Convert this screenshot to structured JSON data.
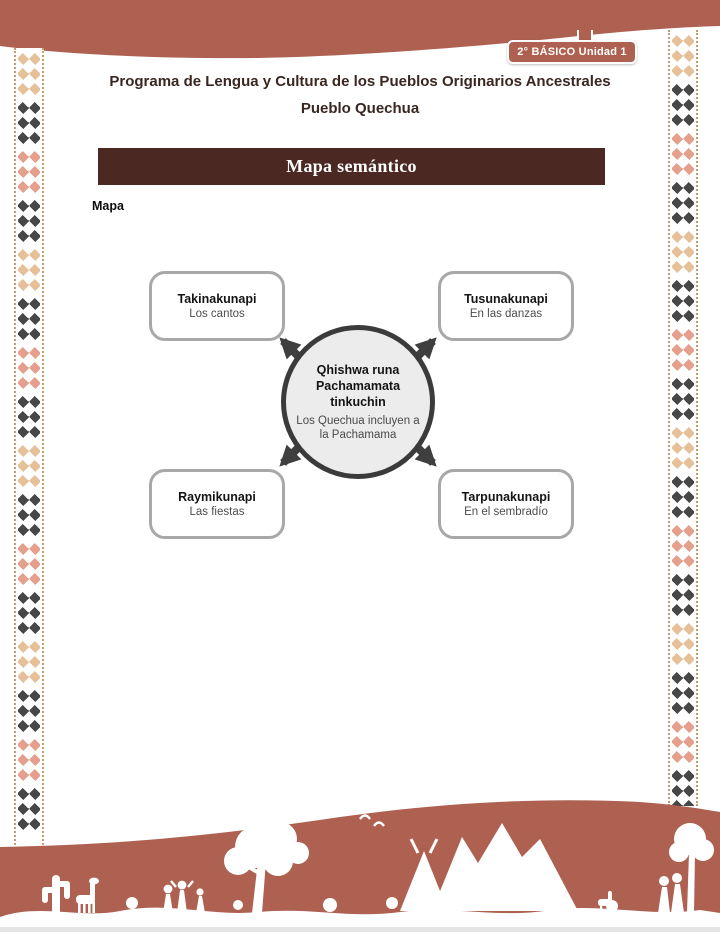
{
  "badge": {
    "label": "2° BÁSICO Unidad 1"
  },
  "header": {
    "line1": "Programa de Lengua y Cultura de los Pueblos Originarios Ancestrales",
    "line2": "Pueblo Quechua"
  },
  "section": {
    "title": "Mapa semántico"
  },
  "map_label": "Mapa",
  "diagram": {
    "center": {
      "title": "Qhishwa runa Pachamamata tinkuchin",
      "subtitle": "Los Quechua incluyen a la Pachamama"
    },
    "nodes": [
      {
        "title": "Takinakunapi",
        "subtitle": "Los cantos"
      },
      {
        "title": "Tusunakunapi",
        "subtitle": "En las danzas"
      },
      {
        "title": "Raymikunapi",
        "subtitle": "Las fiestas"
      },
      {
        "title": "Tarpunakunapi",
        "subtitle": "En el sembradío"
      }
    ]
  },
  "colors": {
    "accent_brown": "#ae6151",
    "banner_maroon": "#4b2822",
    "circle_fill": "#ececec",
    "node_border": "#a8a8a8",
    "pattern_tan": "#e6c099",
    "pattern_black": "#474747",
    "pattern_salmon": "#e5a08d"
  }
}
